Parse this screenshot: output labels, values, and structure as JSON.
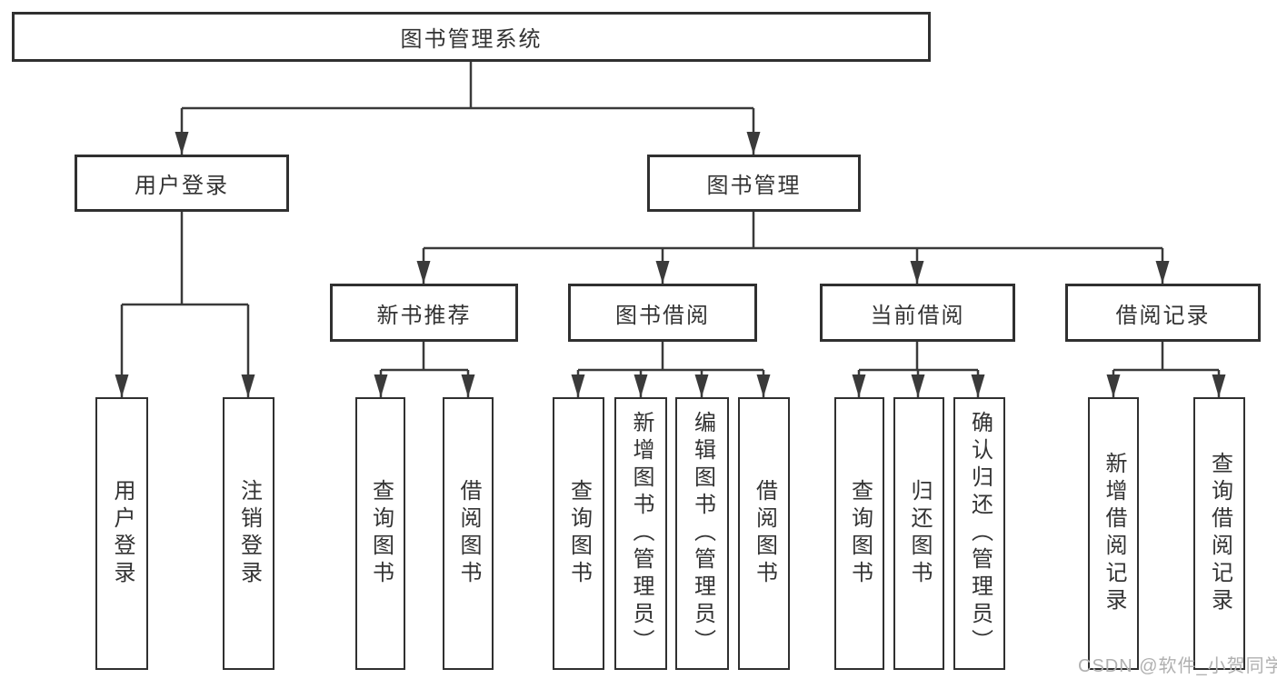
{
  "colors": {
    "line": "#3a3a3a",
    "border": "#303030",
    "text": "#333333",
    "watermark": "#b0b0b0",
    "background": "#ffffff"
  },
  "watermark": {
    "text": "CSDN @软件_小贺同学"
  },
  "tree": {
    "root": {
      "label": "图书管理系统"
    },
    "branches": [
      {
        "label": "用户登录",
        "children": [
          {
            "label": "用户登录"
          },
          {
            "label": "注销登录"
          }
        ]
      },
      {
        "label": "图书管理",
        "children": [
          {
            "label": "新书推荐",
            "children": [
              {
                "label": "查询图书"
              },
              {
                "label": "借阅图书"
              }
            ]
          },
          {
            "label": "图书借阅",
            "children": [
              {
                "label": "查询图书"
              },
              {
                "label": "新增图书（管理员）"
              },
              {
                "label": "编辑图书（管理员）"
              },
              {
                "label": "借阅图书"
              }
            ]
          },
          {
            "label": "当前借阅",
            "children": [
              {
                "label": "查询图书"
              },
              {
                "label": "归还图书"
              },
              {
                "label": "确认归还（管理员）"
              }
            ]
          },
          {
            "label": "借阅记录",
            "children": [
              {
                "label": "新增借阅记录"
              },
              {
                "label": "查询借阅记录"
              }
            ]
          }
        ]
      }
    ]
  }
}
